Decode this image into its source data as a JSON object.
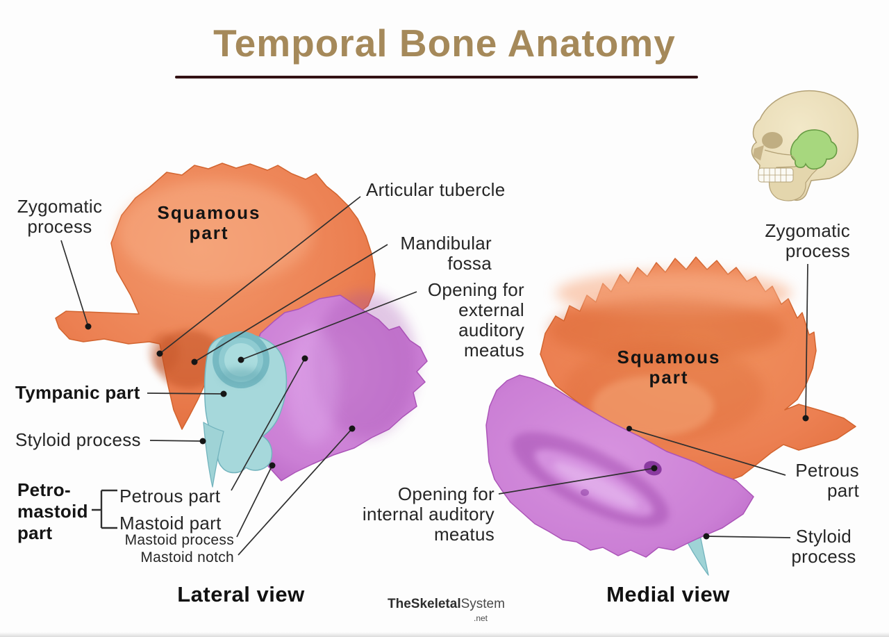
{
  "title": {
    "text": "Temporal Bone Anatomy",
    "color": "#a5895a",
    "underline_color": "#331114"
  },
  "lateral_view": {
    "caption": "Lateral view",
    "labels": {
      "zygomatic_process": "Zygomatic\nprocess",
      "squamous_part": "Squamous\npart",
      "articular_tubercle": "Articular tubercle",
      "mandibular_fossa": "Mandibular\nfossa",
      "opening_external": "Opening for\nexternal\nauditory\nmeatus",
      "tympanic_part": "Tympanic part",
      "styloid_process": "Styloid process",
      "petromastoid_part": "Petro-\nmastoid\npart",
      "petrous_part": "Petrous part",
      "mastoid_part": "Mastoid part",
      "mastoid_process": "Mastoid process",
      "mastoid_notch": "Mastoid notch"
    }
  },
  "medial_view": {
    "caption": "Medial view",
    "labels": {
      "zygomatic_process": "Zygomatic\nprocess",
      "squamous_part": "Squamous\npart",
      "petrous_part": "Petrous\npart",
      "opening_internal": "Opening for\ninternal auditory\nmeatus",
      "styloid_process": "Styloid\nprocess"
    }
  },
  "watermark": {
    "bold": "TheSkeletal",
    "regular": "System",
    "suffix": ".net"
  },
  "colors": {
    "squamous_orange": "#ec8052",
    "squamous_orange_dark": "#d8622e",
    "petromastoid_purple": "#cb7fd5",
    "tympanic_teal": "#a6d8db",
    "skull_bone": "#e9dcb7",
    "temporal_highlight_green": "#a7d77e",
    "label_text": "#262626",
    "leader_line": "#2f2f2f"
  }
}
